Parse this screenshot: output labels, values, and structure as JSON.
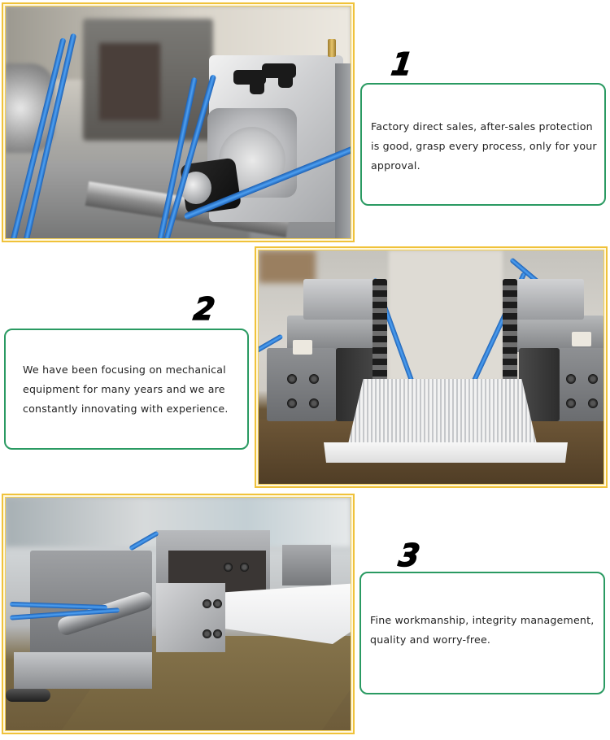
{
  "sections": [
    {
      "number": "1",
      "text": "Factory direct sales, after-sales protection is good, grasp every process, only for your approval.",
      "photo": "pneumatic-cylinder-with-blue-air-hoses"
    },
    {
      "number": "2",
      "text": "We have been focusing on mechanical equipment for many years and we are constantly innovating with experience.",
      "photo": "pleated-air-filter-between-machine-clamps"
    },
    {
      "number": "3",
      "text": "Fine workmanship, integrity management, quality and worry-free.",
      "photo": "filter-machine-side-view-on-table"
    }
  ],
  "colors": {
    "photo_frame": "#f0c23a",
    "card_border": "#2a9a62",
    "text": "#222222",
    "number": "#000000"
  }
}
